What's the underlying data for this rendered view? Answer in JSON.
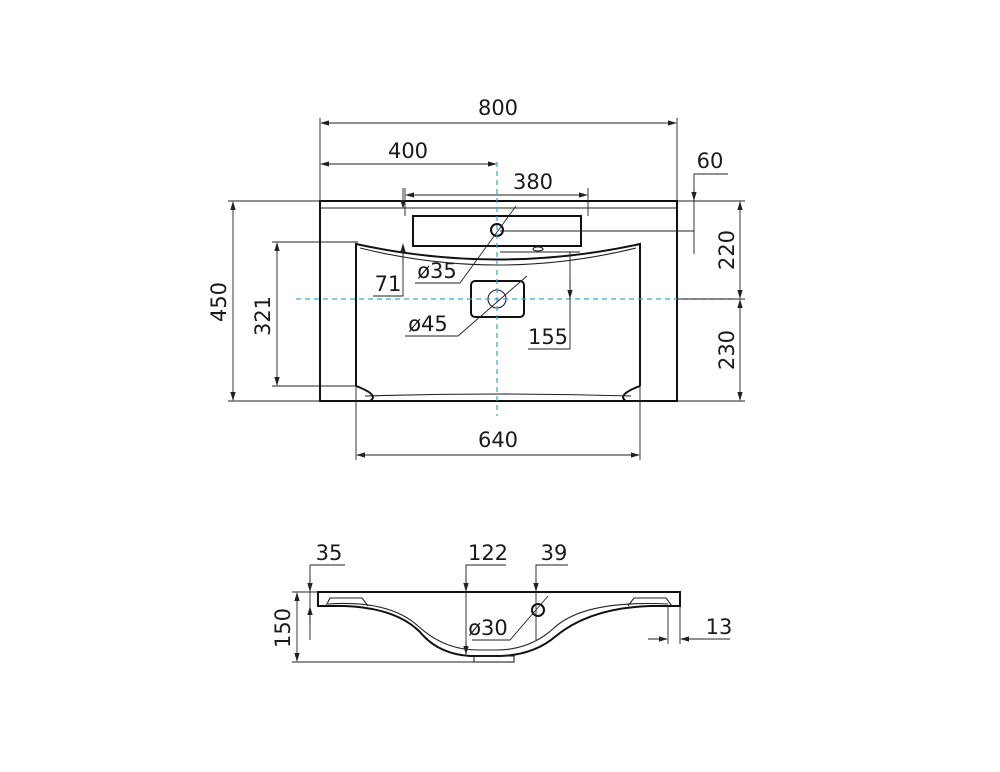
{
  "colors": {
    "line": "#111111",
    "centerline": "#3aa3d6",
    "background": "#ffffff"
  },
  "top_view": {
    "overall_width": "800",
    "half_width": "400",
    "drain_box_width": "380",
    "depth_60": "60",
    "overall_depth": "450",
    "rear_depth": "220",
    "front_depth": "230",
    "bowl_depth": "321",
    "rim_offset": "71",
    "tap_hole": "ø35",
    "drain_hole": "ø45",
    "drain_offset": "155",
    "bowl_width": "640"
  },
  "side_view": {
    "rim_thickness": "35",
    "bowl_drop": "122",
    "overflow_offset": "39",
    "overflow_hole": "ø30",
    "height": "150",
    "lip": "13"
  }
}
